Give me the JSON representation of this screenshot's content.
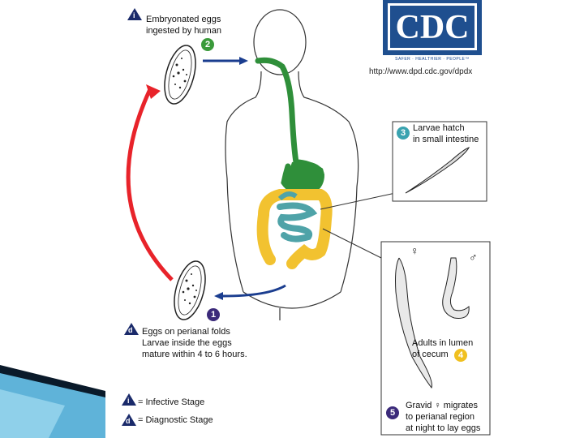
{
  "cdc": {
    "logo_text": "CDC",
    "tagline": "SAFER · HEALTHIER · PEOPLE™",
    "url": "http://www.dpd.cdc.gov/dpdx"
  },
  "stages": {
    "s1_line1": "Eggs on perianal folds",
    "s1_line2": "Larvae inside the eggs",
    "s1_line3": "mature within 4 to 6 hours.",
    "s2_line1": "Embryonated eggs",
    "s2_line2": "ingested by human",
    "s3_line1": "Larvae hatch",
    "s3_line2": "in small intestine",
    "s4_line1": "Adults in lumen",
    "s4_line2": "of cecum",
    "s5_line1": "Gravid ♀ migrates",
    "s5_line2": "to perianal region",
    "s5_line3": "at night to lay eggs"
  },
  "numbers": {
    "n1": "1",
    "n2": "2",
    "n3": "3",
    "n4": "4",
    "n5": "5"
  },
  "legend": {
    "i_symbol": "i",
    "d_symbol": "d",
    "infective": "= Infective Stage",
    "diagnostic": "= Diagnostic Stage"
  },
  "sex_symbols": {
    "female": "♀",
    "male": "♂"
  },
  "colors": {
    "cdc_blue": "#1f4f8f",
    "infective_arrow": "#e8232a",
    "diagnostic_arrow": "#1a3d8f",
    "esophagus": "#2f8f3a",
    "colon": "#f2c230",
    "small_intestine": "#4fa3a8",
    "badge_purple": "#3b2a7a",
    "badge_green": "#3a9a3a",
    "badge_teal": "#3aa3b0",
    "badge_yellow": "#f0c020"
  }
}
